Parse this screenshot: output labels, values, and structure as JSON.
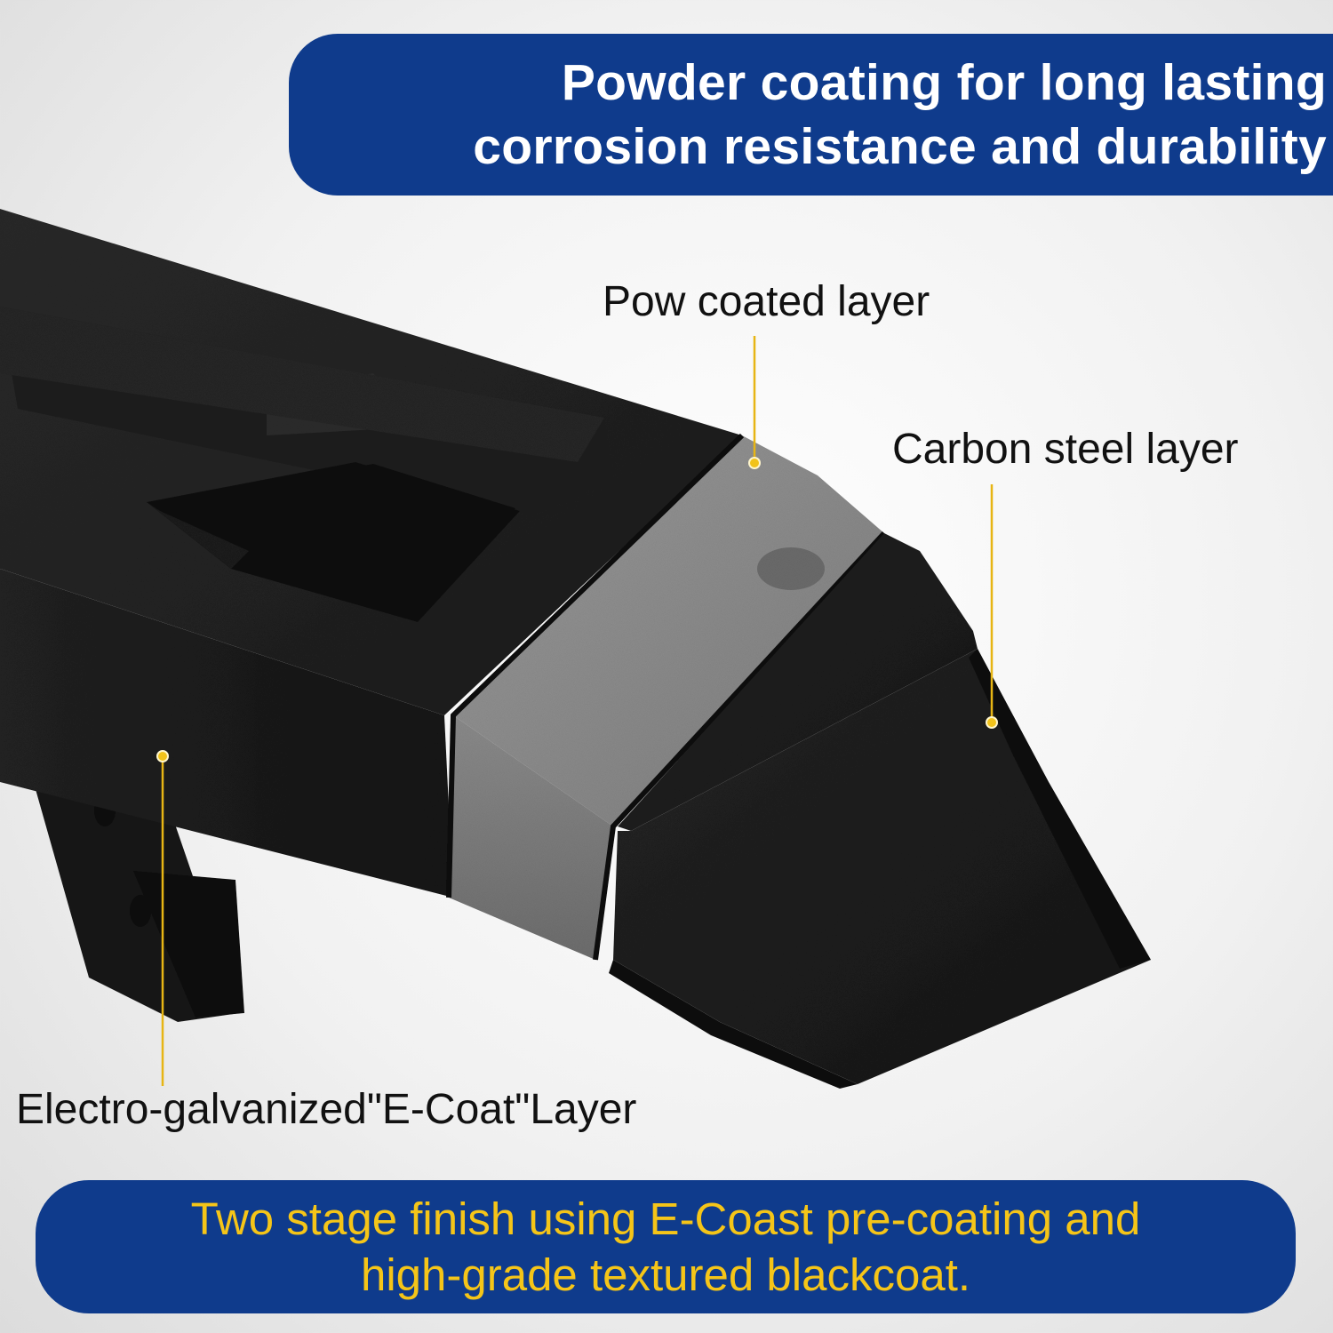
{
  "colors": {
    "banner_bg": "#0f3b8c",
    "heading_text": "#ffffff",
    "footer_text": "#f5c518",
    "callout_line": "#e7b514",
    "steel_dark": "#1c1c1c",
    "gray_band": "#8a8a8a"
  },
  "header": {
    "line1": "Powder coating for long lasting",
    "line2": "corrosion resistance and durability"
  },
  "callouts": {
    "powder_coated": "Pow coated layer",
    "carbon_steel": "Carbon steel layer",
    "e_coat": "Electro-galvanized\"E-Coat\"Layer"
  },
  "footer": {
    "line1": "Two stage finish using E-Coast pre-coating and",
    "line2": "high-grade textured blackcoat."
  }
}
